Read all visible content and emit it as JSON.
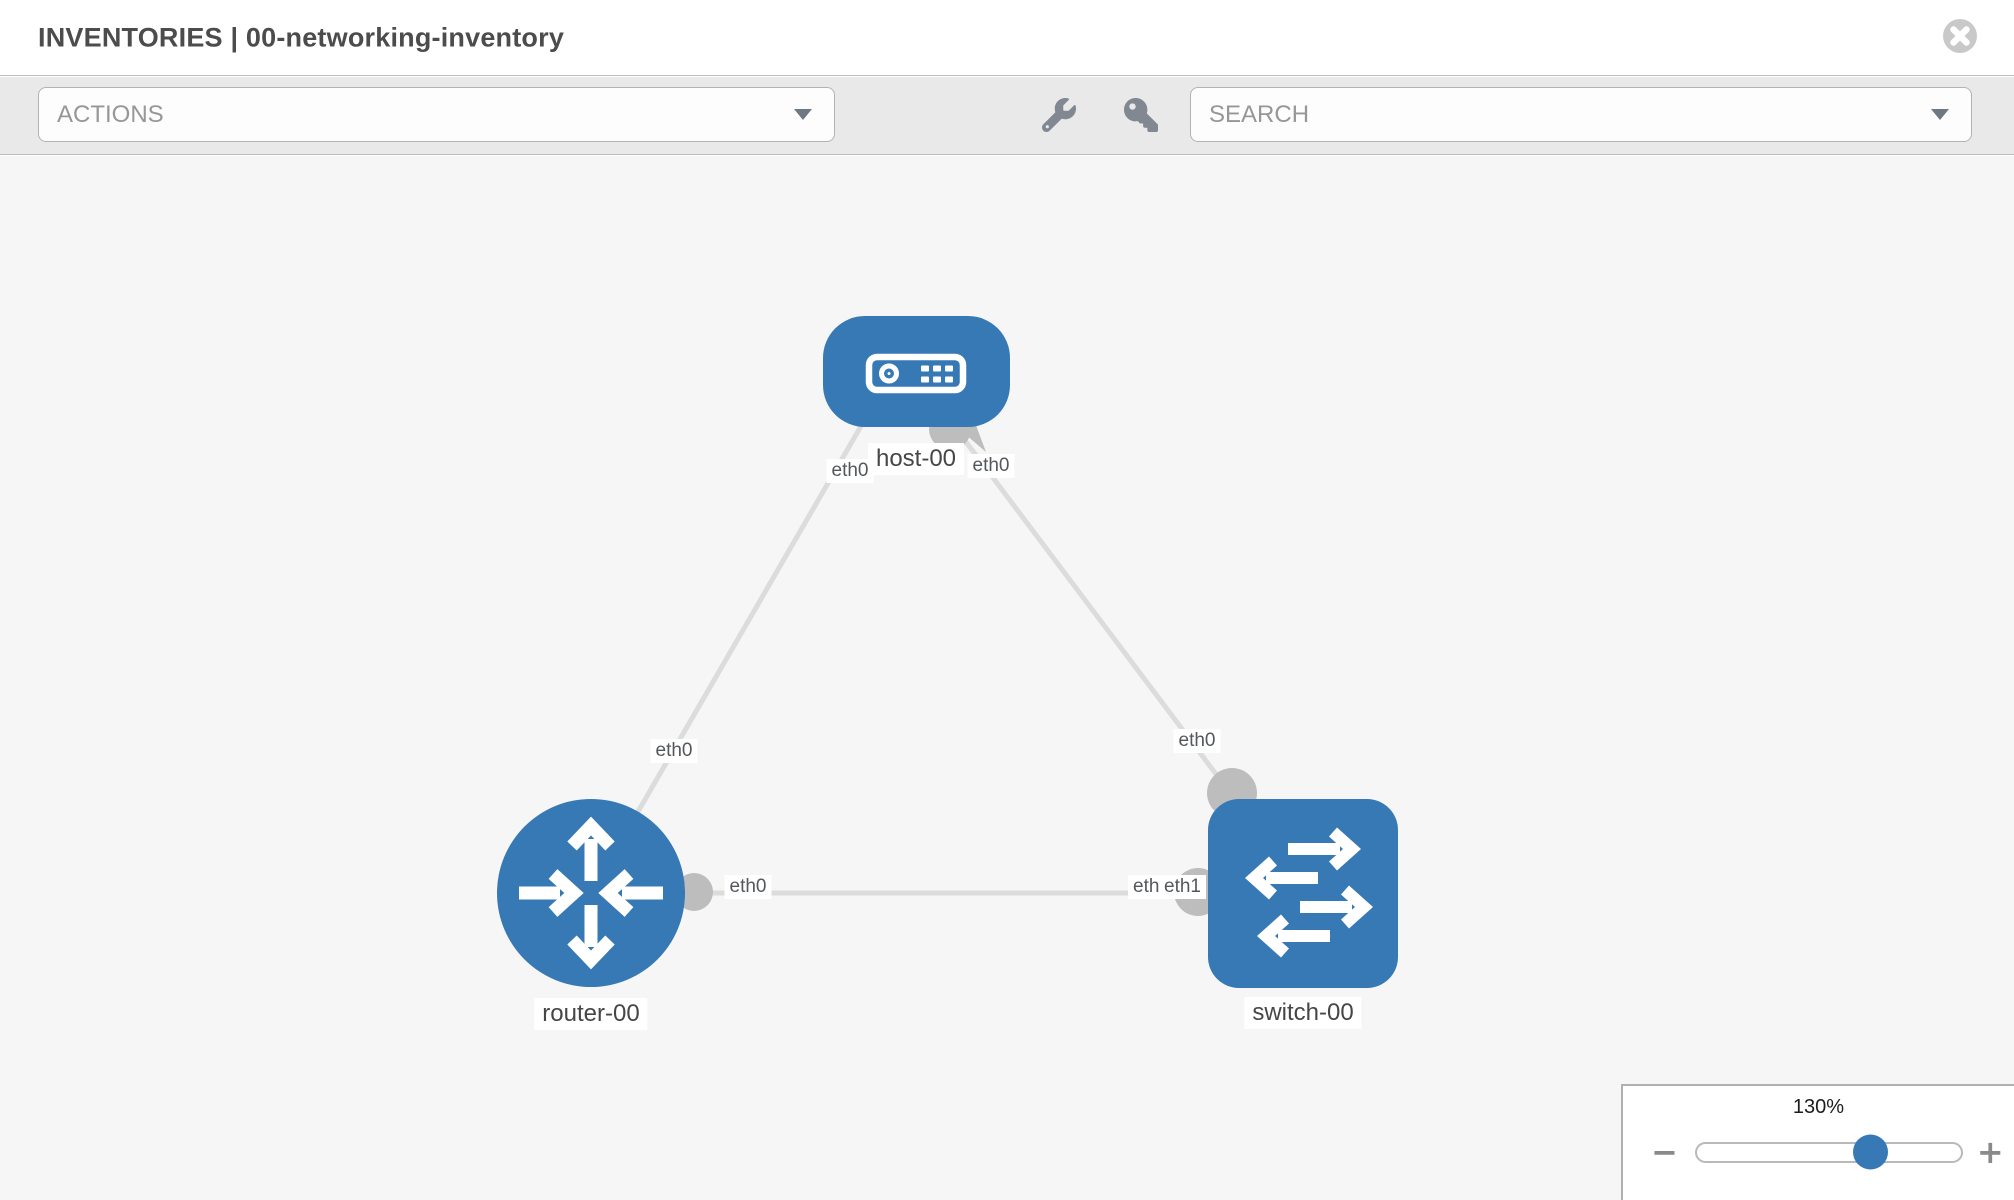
{
  "header": {
    "title": "INVENTORIES | 00-networking-inventory"
  },
  "toolbar": {
    "actions_label": "ACTIONS",
    "search_label": "SEARCH",
    "icons": [
      "wrench-icon",
      "key-icon",
      "chevron-down-icon",
      "close-icon"
    ]
  },
  "diagram": {
    "nodes": [
      {
        "name": "host-00",
        "type": "host"
      },
      {
        "name": "router-00",
        "type": "router"
      },
      {
        "name": "switch-00",
        "type": "switch"
      }
    ],
    "links": [
      {
        "from": "host-00",
        "from_if": "eth0",
        "to": "router-00",
        "to_if": "eth0"
      },
      {
        "from": "host-00",
        "from_if": "eth0",
        "to": "switch-00",
        "to_if": "eth0"
      },
      {
        "from": "router-00",
        "from_if": "eth0",
        "to": "switch-00",
        "to_if": "eth1"
      }
    ],
    "interface_labels": {
      "host_left": "eth0",
      "host_right": "eth0",
      "router_top": "eth0",
      "router_right": "eth0",
      "switch_top": "eth0",
      "switch_left_back": "eth0",
      "switch_left_front": "eth1"
    },
    "colors": {
      "node_blue": "#3779b5",
      "port_gray": "#bdbdbd",
      "edge_gray": "#dcdcdc"
    }
  },
  "zoom_control": {
    "level": "130%",
    "value_percent": 130,
    "minus": "−",
    "plus": "+"
  }
}
